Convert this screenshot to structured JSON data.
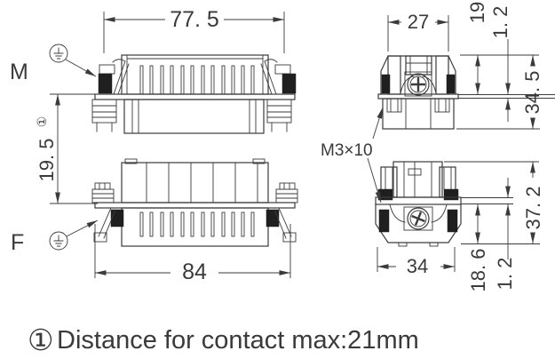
{
  "labels": {
    "male_view": "M",
    "female_view": "F"
  },
  "annotations": {
    "screw_spec": "M3×10"
  },
  "icons": {
    "ground": "protective-earth-icon",
    "screw": "phillips-screw-icon"
  },
  "colors": {
    "line": "#3b3b3b",
    "background": "#ffffff",
    "seal_fill": "#1f1f1f"
  },
  "dims": {
    "male_width": "77. 5",
    "contact_distance": "19. 5",
    "contact_distance_ref": "①",
    "male_end_width": "27",
    "male_upper_height": "19",
    "male_flange_thickness": "1. 2",
    "male_end_height": "34. 5",
    "female_width": "84",
    "female_end_width": "34",
    "female_lower_height": "18. 6",
    "female_flange_thickness": "1. 2",
    "female_end_height": "37. 2"
  },
  "caption": {
    "ref": "①",
    "text": "Distance for contact max:21mm"
  }
}
